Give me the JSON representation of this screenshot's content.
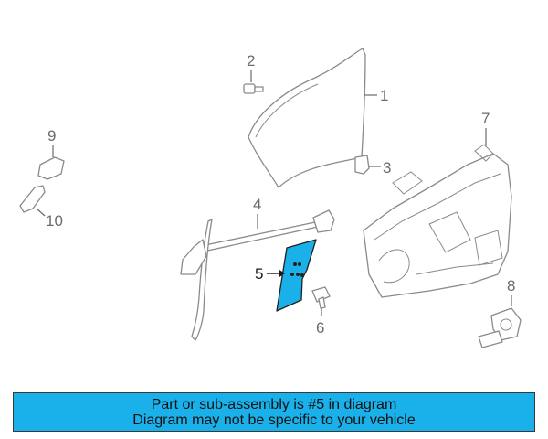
{
  "diagram": {
    "callouts": {
      "c1": "1",
      "c2": "2",
      "c3": "3",
      "c4": "4",
      "c5": "5",
      "c6": "6",
      "c7": "7",
      "c8": "8",
      "c9": "9",
      "c10": "10"
    },
    "highlight_color": "#1ab0ea"
  },
  "banner": {
    "line1": "Part or sub-assembly is #5 in diagram",
    "line2": "Diagram may not be specific to your vehicle"
  }
}
